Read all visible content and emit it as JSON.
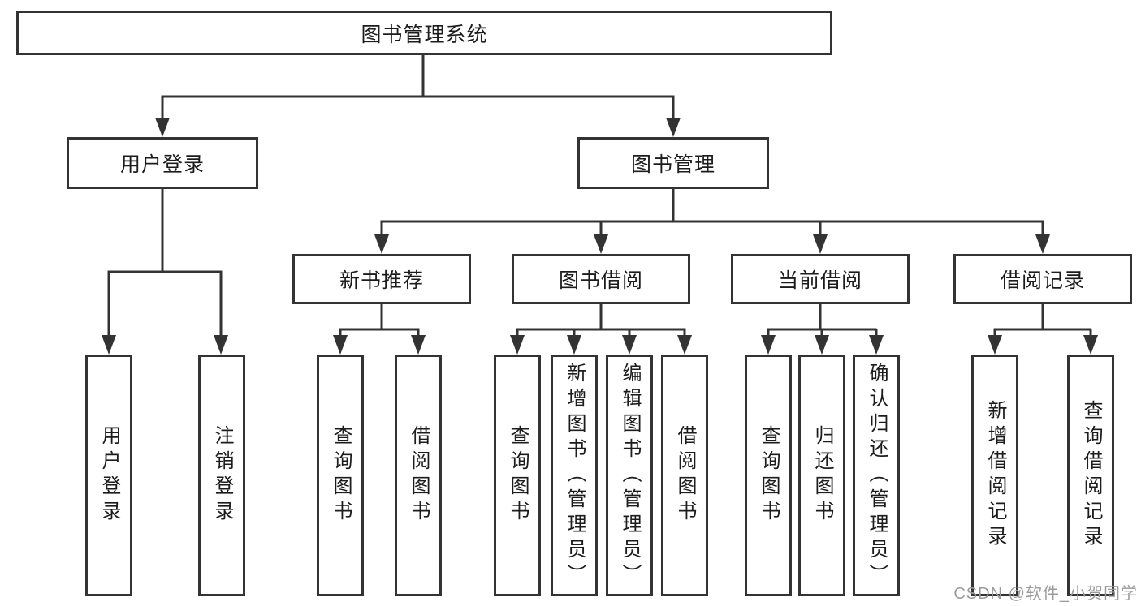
{
  "colors": {
    "line": "#333333",
    "text": "#1c1c1c",
    "watermark": "#9b9b9b",
    "background": "#ffffff"
  },
  "watermark": {
    "text": "CSDN @软件_小贺同学"
  },
  "tree": {
    "root": {
      "label": "图书管理系统",
      "children": [
        {
          "label": "用户登录",
          "children": [
            {
              "label": "用户登录"
            },
            {
              "label": "注销登录"
            }
          ]
        },
        {
          "label": "图书管理",
          "children": [
            {
              "label": "新书推荐",
              "children": [
                {
                  "label": "查询图书"
                },
                {
                  "label": "借阅图书"
                }
              ]
            },
            {
              "label": "图书借阅",
              "children": [
                {
                  "label": "查询图书"
                },
                {
                  "label": "新增图书（管理员）"
                },
                {
                  "label": "编辑图书（管理员）"
                },
                {
                  "label": "借阅图书"
                }
              ]
            },
            {
              "label": "当前借阅",
              "children": [
                {
                  "label": "查询图书"
                },
                {
                  "label": "归还图书"
                },
                {
                  "label": "确认归还（管理员）"
                }
              ]
            },
            {
              "label": "借阅记录",
              "children": [
                {
                  "label": "新增借阅记录"
                },
                {
                  "label": "查询借阅记录"
                }
              ]
            }
          ]
        }
      ]
    }
  }
}
